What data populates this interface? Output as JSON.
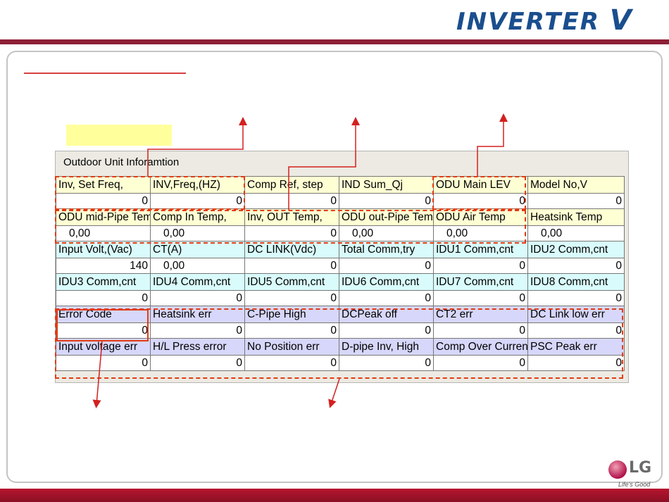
{
  "brand": {
    "name": "INVERTER",
    "letter": "V",
    "primary": "#1a4e8e",
    "accent": "#8e1f36"
  },
  "panel": {
    "title": "Outdoor Unit Inforamtion"
  },
  "rows": [
    {
      "labels": [
        "Inv, Set Freq,",
        "INV,Freq,(HZ)",
        "Comp Ref, step",
        "IND Sum_Qj",
        "ODU Main LEV",
        "Model No,V"
      ],
      "values": [
        "0",
        "0",
        "0",
        "0",
        "0",
        "0"
      ]
    },
    {
      "labels": [
        "ODU mid-Pipe Tem",
        "Comp In Temp,",
        "Inv, OUT Temp,",
        "ODU out-Pipe Tem",
        "ODU Air Temp",
        "Heatsink Temp"
      ],
      "values": [
        "0,00",
        "0,00",
        "0",
        "0,00",
        "0,00",
        "0,00"
      ]
    },
    {
      "labels": [
        "Input Volt,(Vac)",
        "CT(A)",
        "DC LINK(Vdc)",
        "Total Comm,try",
        "IDU1 Comm,cnt",
        "IDU2 Comm,cnt"
      ],
      "values": [
        "140",
        "0,00",
        "0",
        "0",
        "0",
        "0"
      ]
    },
    {
      "labels": [
        "IDU3 Comm,cnt",
        "IDU4 Comm,cnt",
        "IDU5 Comm,cnt",
        "IDU6 Comm,cnt",
        "IDU7 Comm,cnt",
        "IDU8 Comm,cnt"
      ],
      "values": [
        "0",
        "0",
        "0",
        "0",
        "0",
        "0"
      ]
    },
    {
      "labels": [
        "Error Code",
        "Heatsink err",
        "C-Pipe High",
        "DCPeak off",
        "CT2 err",
        "DC Link low err"
      ],
      "values": [
        "0",
        "0",
        "0",
        "0",
        "0",
        "0"
      ]
    },
    {
      "labels": [
        "Input voltage err",
        "H/L Press error",
        "No Position err",
        "D-pipe Inv, High",
        "Comp Over Current",
        "PSC Peak err"
      ],
      "values": [
        "0",
        "0",
        "0",
        "0",
        "0",
        "0"
      ]
    }
  ],
  "footer": {
    "logo": "LG",
    "tagline": "Life's Good"
  }
}
